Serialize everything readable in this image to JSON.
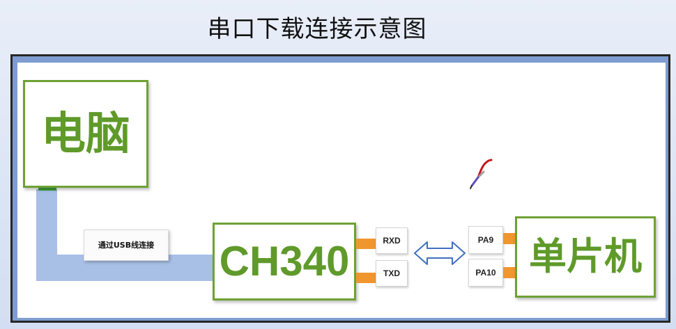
{
  "title": "串口下载连接示意图",
  "nodes": {
    "pc": "电脑",
    "ch340": "CH340",
    "mcu": "单片机"
  },
  "cable_label": "通过USB线连接",
  "ch340_pins": [
    "RXD",
    "TXD"
  ],
  "mcu_pins": [
    "PA9",
    "PA10"
  ],
  "colors": {
    "box_border": "#6ea135",
    "box_text": "#5f9a2a",
    "cable": "#a8bfe6",
    "pin_connector": "#f0962e",
    "arrow": "#3f6fc0",
    "frame": "#7e9ccf"
  },
  "icons": {
    "bidirectional_arrow": "double-arrow-icon",
    "pen_cursor": "pen-cursor-icon"
  }
}
